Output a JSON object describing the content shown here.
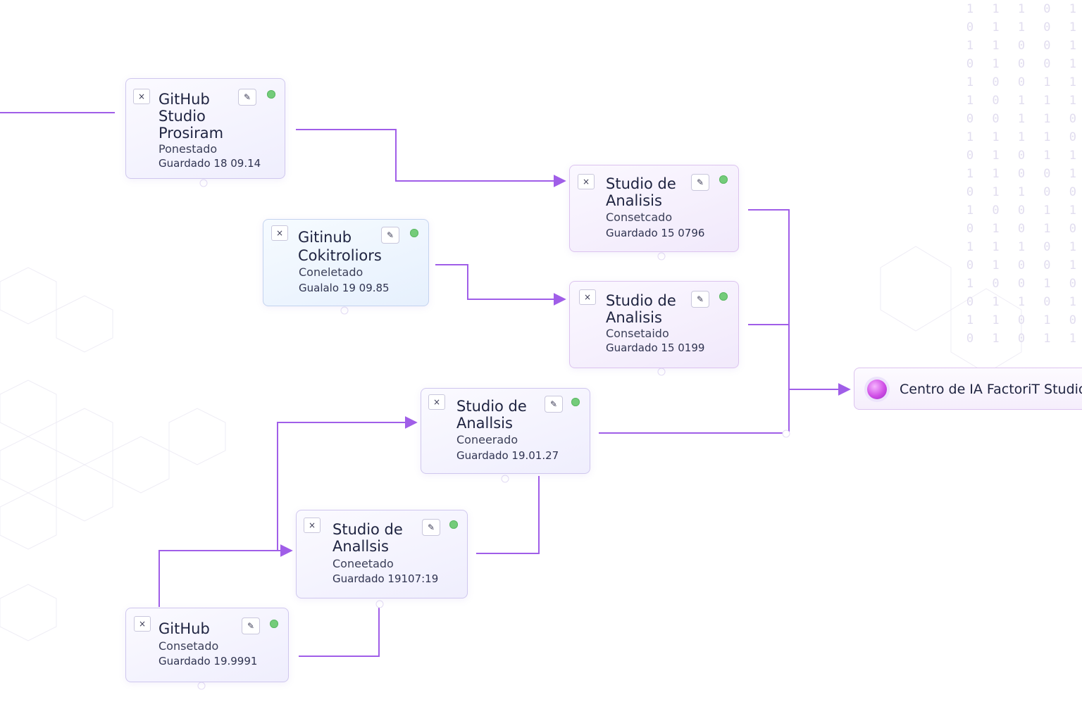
{
  "background_digits": [
    "1 1 1 0 1",
    "0 1 1 0 1",
    "1 1 0 0 1",
    "0 1 0 0 1",
    "1 0 0 1 1",
    "1 0 1 1 1",
    "0 0 1 1 0",
    "1 1 1 1 0",
    "0 1 0 1 1",
    "1 1 0 0 1",
    "0 1 1 0 0",
    "1 0 0 1 1",
    "0 1 0 1 0",
    "1 1 1 0 1",
    "0 1 0 0 1",
    "1 0 0 1 0",
    "0 1 1 0 1",
    "1 1 0 1 0",
    "0 1 0 1 1"
  ],
  "nodes": [
    {
      "title": [
        "GitHub",
        "Studio",
        "Prosiram"
      ],
      "status": "Ponestado",
      "saved": "Guardado 18 09.14",
      "close_icon": "×",
      "edit_icon": "✎"
    },
    {
      "title": [
        "Gitinub",
        "Cokitroliors"
      ],
      "status": "Coneletado",
      "saved": "Gualalo 19 09.85",
      "close_icon": "×",
      "edit_icon": "✎"
    },
    {
      "title": [
        "Studio de",
        "Analisis"
      ],
      "status": "Consetcado",
      "saved": "Guardado 15 0796",
      "close_icon": "×",
      "edit_icon": "✎"
    },
    {
      "title": [
        "Studio de",
        "Analisis"
      ],
      "status": "Consetaido",
      "saved": "Guardado 15 0199",
      "close_icon": "×",
      "edit_icon": "✎"
    },
    {
      "title": [
        "Studio de",
        "Anallsis"
      ],
      "status": "Coneerado",
      "saved": "Guardado 19.01.27",
      "close_icon": "×",
      "edit_icon": "✎"
    },
    {
      "title": [
        "Studio de",
        "Anallsis"
      ],
      "status": "Coneetado",
      "saved": "Guardado 19107:19",
      "close_icon": "×",
      "edit_icon": "✎"
    },
    {
      "title": [
        "GitHub"
      ],
      "status": "Consetado",
      "saved": "Guardado 19.9991",
      "close_icon": "×",
      "edit_icon": "✎"
    }
  ],
  "hub": {
    "label": "Centro de IA FactoriT Studio"
  },
  "colors": {
    "edge": "#a05ee8",
    "status_dot": "#74cc7a",
    "node_border": "#cfc7ee"
  }
}
